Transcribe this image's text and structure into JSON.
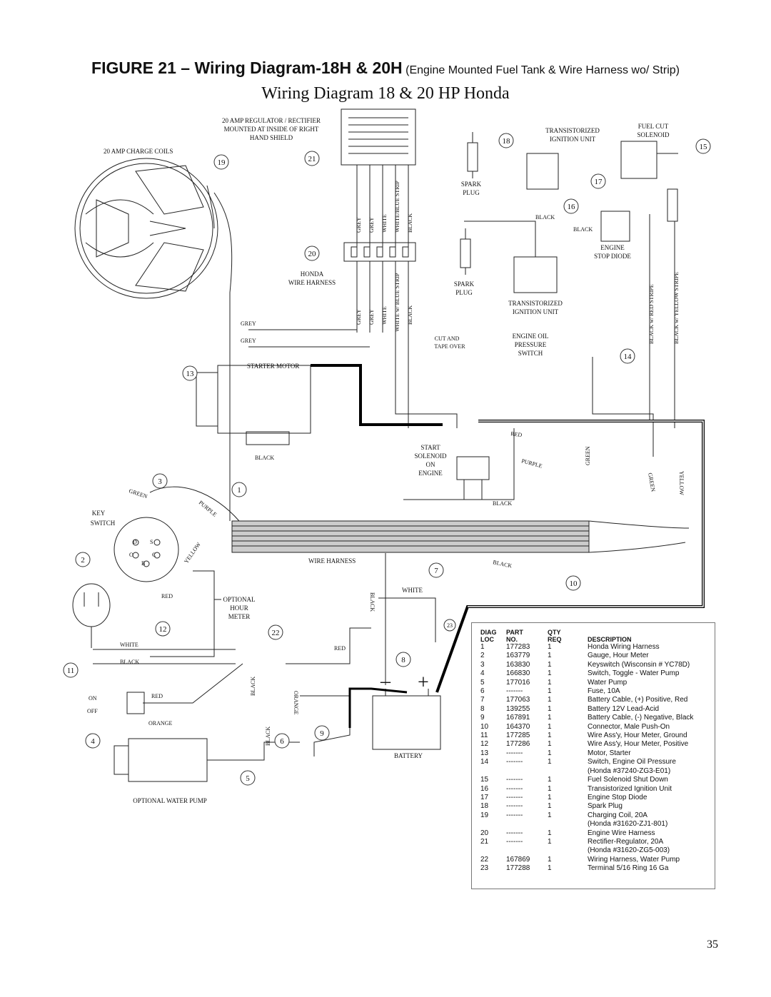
{
  "heading": {
    "figure": "FIGURE 21 – Wiring Diagram-18H & 20H",
    "detail": "(Engine Mounted Fuel Tank & Wire Harness wo/ Strip)"
  },
  "subtitle": "Wiring Diagram  18 & 20 HP Honda",
  "labels": {
    "regulator": [
      "20 AMP REGULATOR / RECTIFIER",
      "MOUNTED AT INSIDE OF RIGHT",
      "HAND SHIELD"
    ],
    "charge_coils": "20 AMP CHARGE COILS",
    "transistorized_top": [
      "TRANSISTORIZED",
      "IGNITION UNIT"
    ],
    "fuel_cut": [
      "FUEL CUT",
      "SOLENOID"
    ],
    "spark_plug_top": [
      "SPARK",
      "PLUG"
    ],
    "spark_plug_bottom": [
      "SPARK",
      "PLUG"
    ],
    "black": "BLACK",
    "engine_stop_diode": [
      "ENGINE",
      "STOP DIODE"
    ],
    "honda_harness": [
      "HONDA",
      "WIRE HARNESS"
    ],
    "transistorized_bottom": [
      "TRANSISTORIZED",
      "IGNITION UNIT"
    ],
    "grey": "GREY",
    "white": "WHITE",
    "white_blue_strip": "WHITE/BLUE STRIP",
    "white_w_blue_strip": "WHITE w/ BLUE STRIP",
    "cut_tape": [
      "CUT AND",
      "TAPE OVER"
    ],
    "oil_pressure": [
      "ENGINE OIL",
      "PRESSURE",
      "SWITCH"
    ],
    "black_red_stripe": "BLACK w/ RED STRIPE",
    "black_yellow_stripe": "BLACK w/ YELLOW STRIPE",
    "starter_motor": "STARTER MOTOR",
    "red": "RED",
    "green": "GREEN",
    "purple": "PURPLE",
    "yellow": "YELLOW",
    "orange": "ORANGE",
    "start_solenoid": [
      "START",
      "SOLENOID",
      "ON",
      "ENGINE"
    ],
    "key_switch": [
      "KEY",
      "SWITCH"
    ],
    "key_terms": [
      "D",
      "S",
      "O",
      "C",
      "B"
    ],
    "wire_harness": "WIRE HARNESS",
    "hour_meter": [
      "OPTIONAL",
      "HOUR",
      "METER"
    ],
    "on": "ON",
    "off": "OFF",
    "minus": "–",
    "plus": "+",
    "battery": "BATTERY",
    "water_pump": "OPTIONAL WATER PUMP"
  },
  "callouts": [
    "1",
    "2",
    "3",
    "4",
    "5",
    "6",
    "7",
    "8",
    "9",
    "10",
    "11",
    "12",
    "13",
    "14",
    "15",
    "16",
    "17",
    "18",
    "19",
    "20",
    "21",
    "22",
    "23"
  ],
  "parts_table": {
    "headers": {
      "diag": "DIAG",
      "loc": "LOC",
      "part": "PART",
      "no": "NO.",
      "qty": "QTY",
      "req": "REQ",
      "desc": "DESCRIPTION"
    },
    "rows": [
      {
        "loc": "1",
        "part": "177283",
        "qty": "1",
        "desc": "Honda Wiring Harness"
      },
      {
        "loc": "2",
        "part": "163779",
        "qty": "1",
        "desc": "Gauge, Hour Meter"
      },
      {
        "loc": "3",
        "part": "163830",
        "qty": "1",
        "desc": "Keyswitch (Wisconsin # YC78D)"
      },
      {
        "loc": "4",
        "part": "166830",
        "qty": "1",
        "desc": "Switch, Toggle - Water Pump"
      },
      {
        "loc": "5",
        "part": "177016",
        "qty": "1",
        "desc": "Water Pump"
      },
      {
        "loc": "6",
        "part": "-------",
        "qty": "1",
        "desc": "Fuse, 10A"
      },
      {
        "loc": "7",
        "part": "177063",
        "qty": "1",
        "desc": "Battery Cable, (+) Positive, Red"
      },
      {
        "loc": "8",
        "part": "139255",
        "qty": "1",
        "desc": "Battery 12V Lead-Acid"
      },
      {
        "loc": "9",
        "part": "167891",
        "qty": "1",
        "desc": "Battery Cable, (-) Negative, Black"
      },
      {
        "loc": "10",
        "part": "164370",
        "qty": "1",
        "desc": "Connector, Male Push-On"
      },
      {
        "loc": "11",
        "part": "177285",
        "qty": "1",
        "desc": "Wire Ass'y, Hour Meter, Ground"
      },
      {
        "loc": "12",
        "part": "177286",
        "qty": "1",
        "desc": "Wire Ass'y, Hour Meter, Positive"
      },
      {
        "loc": "13",
        "part": "-------",
        "qty": "1",
        "desc": "Motor, Starter"
      },
      {
        "loc": "14",
        "part": "-------",
        "qty": "1",
        "desc": "Switch, Engine Oil Pressure"
      },
      {
        "loc": "",
        "part": "",
        "qty": "",
        "desc": "(Honda #37240-ZG3-E01)"
      },
      {
        "loc": "15",
        "part": "-------",
        "qty": "1",
        "desc": "Fuel Solenoid Shut Down"
      },
      {
        "loc": "16",
        "part": "-------",
        "qty": "1",
        "desc": "Transistorized Ignition Unit"
      },
      {
        "loc": "17",
        "part": "-------",
        "qty": "1",
        "desc": "Engine Stop Diode"
      },
      {
        "loc": "18",
        "part": "-------",
        "qty": "1",
        "desc": "Spark Plug"
      },
      {
        "loc": "19",
        "part": "-------",
        "qty": "1",
        "desc": "Charging Coil, 20A"
      },
      {
        "loc": "",
        "part": "",
        "qty": "",
        "desc": "(Honda #31620-ZJ1-801)"
      },
      {
        "loc": "20",
        "part": "-------",
        "qty": "1",
        "desc": "Engine Wire Harness"
      },
      {
        "loc": "21",
        "part": "-------",
        "qty": "1",
        "desc": "Rectifier-Regulator, 20A"
      },
      {
        "loc": "",
        "part": "",
        "qty": "",
        "desc": "(Honda #31620-ZG5-003)"
      },
      {
        "loc": "22",
        "part": "167869",
        "qty": "1",
        "desc": "Wiring Harness, Water Pump"
      },
      {
        "loc": "23",
        "part": "177288",
        "qty": "1",
        "desc": "Terminal 5/16 Ring 16 Ga"
      }
    ]
  },
  "page_number": "35"
}
